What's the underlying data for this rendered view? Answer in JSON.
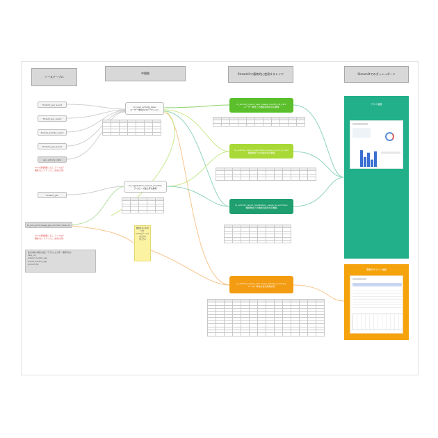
{
  "headers": {
    "source": "ソーステーブル",
    "intermediate": "中間層",
    "streamlit_layer": "Streamlitで最終的に使用するレイヤ",
    "dashboard": "Streamlitでのダッシュボード"
  },
  "sources": [
    "fixdsmt_ger_event",
    "fixdsnt_ger_event",
    "fixdsnt_activity_event",
    "fixdsmt_ger_event",
    "ger_activity_data",
    "fixdsmt_ger",
    "bl_join_prod_usage_ger_account_data_v2"
  ],
  "source_notes": [
    [
      "GUI の通知機能による、ライフログ",
      "機能のピックアップと、使用の記録"
    ],
    [
      "GUI の通知機能による、ライフログ",
      "機能のピックアップと、使用の記録"
    ]
  ],
  "intermediate_nodes": [
    {
      "name": "bi_user_activity_data",
      "desc": "ユーザー単位のログアクション"
    },
    {
      "name": "bi_registration_license_monthly",
      "desc": "ライセンス数の月次推移"
    }
  ],
  "sticky_note": [
    "機能集計の有無",
    "ログ",
    "activityテーブル",
    "の日付の",
    "付け方の"
  ],
  "data_note": [
    "集計対象の期間の指定（アクセスログ等）  機能単位の",
    "daily_log",
    "activity_monthly_agg",
    "license_monthly_agg",
    "account_list"
  ],
  "marts": [
    {
      "name": "bi_activity_report_user_usage_monthly_lb_ver2",
      "desc": "ユーザー単位での機能利用状況の推移",
      "color": "#5bbf2b"
    },
    {
      "name": "bi_activity_report_registration_usage_count_lb_ver2",
      "desc": "機能単位での利用状況の推移",
      "color": "#a9d936"
    },
    {
      "name": "bi_activity_report_registration_usage_lb_summary",
      "desc": "機能単位での機能利用状況の推移",
      "color": "#1f9e6f"
    },
    {
      "name": "bi_activity_report_user_daily_activity_summary",
      "desc": "ユーザー単位の日次利用状況",
      "color": "#f39c12"
    }
  ],
  "dashboards": [
    {
      "title": "テスト画面",
      "color": "#22b08a"
    },
    {
      "title": "業務のサマリー画面",
      "color": "#f5a30c"
    }
  ],
  "link_colors": {
    "gray": "#bdbdbd",
    "lightgreen": "#c7e88a",
    "teal": "#8fd3bb",
    "orange": "#f7c48a",
    "green": "#8cd26c"
  },
  "mini_bars": [
    0.92,
    0.55,
    0.78,
    0.4,
    0.86
  ]
}
